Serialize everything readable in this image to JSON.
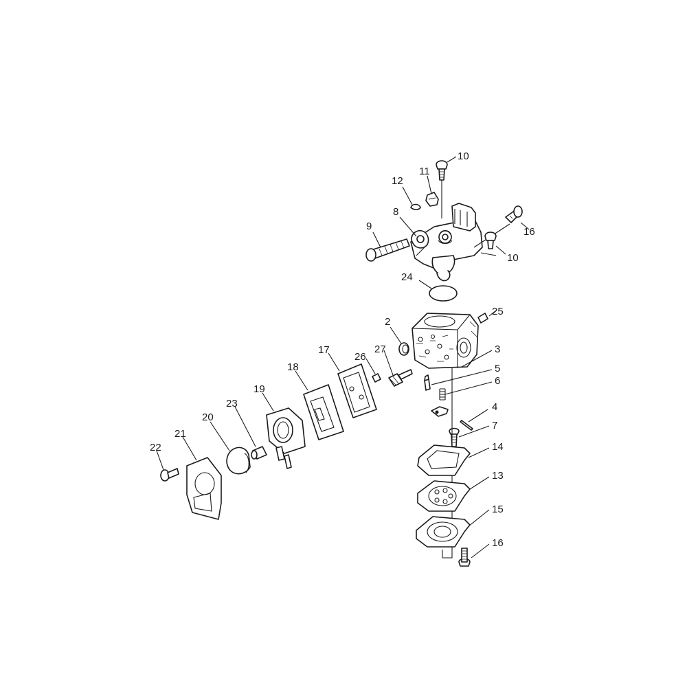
{
  "diagram": {
    "callouts": {
      "c2": "2",
      "c3": "3",
      "c4": "4",
      "c5": "5",
      "c6": "6",
      "c7": "7",
      "c8": "8",
      "c9": "9",
      "c10a": "10",
      "c10b": "10",
      "c11": "11",
      "c12": "12",
      "c13": "13",
      "c14": "14",
      "c15": "15",
      "c16a": "16",
      "c16b": "16",
      "c17": "17",
      "c18": "18",
      "c19": "19",
      "c20": "20",
      "c21": "21",
      "c22": "22",
      "c23": "23",
      "c24": "24",
      "c25": "25",
      "c26": "26",
      "c27": "27"
    }
  }
}
